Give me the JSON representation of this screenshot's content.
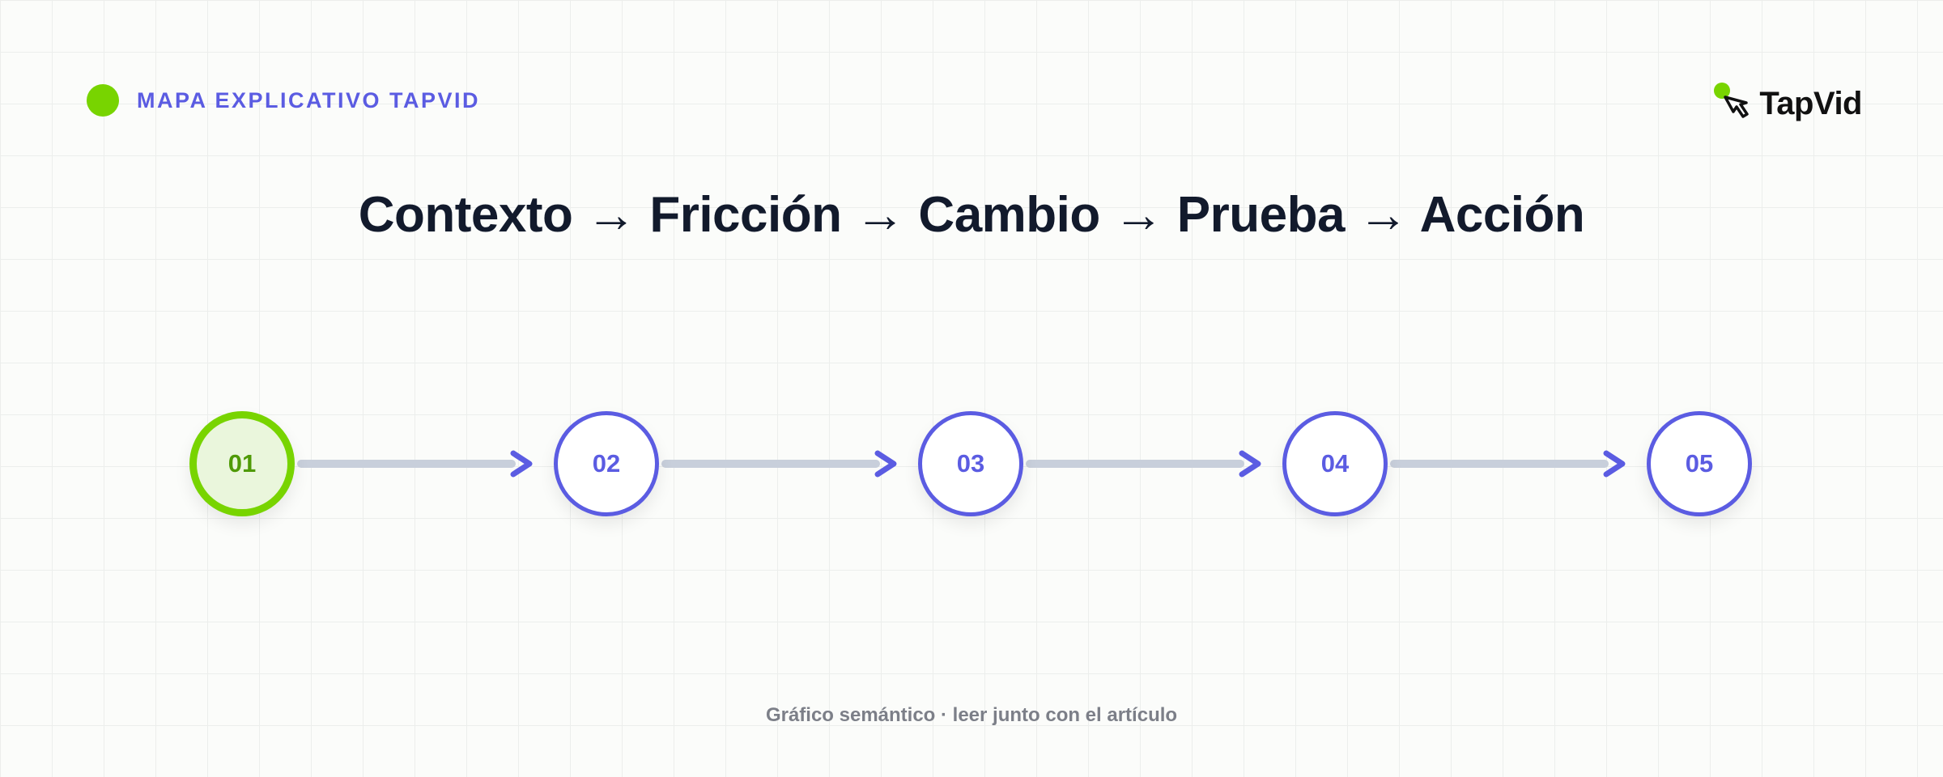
{
  "header": {
    "eyebrow": "MAPA EXPLICATIVO TAPVID",
    "brand": "TapVid",
    "brand_icon": "hand-pointer-icon"
  },
  "title": "Contexto → Fricción → Cambio → Prueba → Acción",
  "steps": [
    {
      "label": "01",
      "active": true
    },
    {
      "label": "02",
      "active": false
    },
    {
      "label": "03",
      "active": false
    },
    {
      "label": "04",
      "active": false
    },
    {
      "label": "05",
      "active": false
    }
  ],
  "footer": "Gráfico semántico · leer junto con el artículo",
  "colors": {
    "accent": "#5b5ce2",
    "active": "#78d400",
    "connector": "#c8cfdb",
    "title": "#121a2c"
  }
}
